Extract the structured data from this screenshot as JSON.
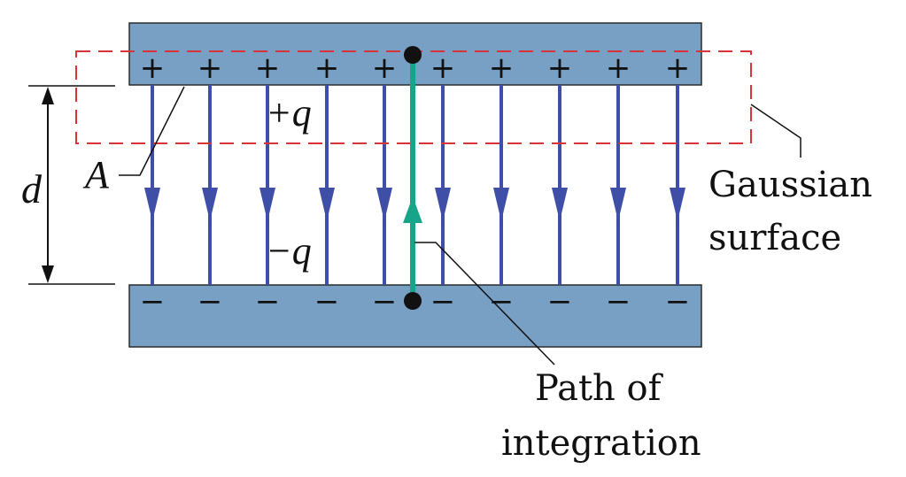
{
  "labels": {
    "separation": "d",
    "area": "A",
    "top_charge": "+q",
    "bottom_charge": "−q",
    "gaussian_line1": "Gaussian",
    "gaussian_line2": "surface",
    "path_line1": "Path of",
    "path_line2": "integration"
  },
  "top_plate": {
    "sign": "+",
    "count": 10
  },
  "bottom_plate": {
    "sign": "−",
    "count": 10
  },
  "field_lines": {
    "count": 10
  },
  "colors": {
    "plate_fill": "#789fc4",
    "plate_stroke": "#2b2b2b",
    "field_line": "#3f4ea6",
    "gaussian_surface": "#d9333a",
    "integration_path": "#17a58a",
    "ink": "#111111"
  }
}
